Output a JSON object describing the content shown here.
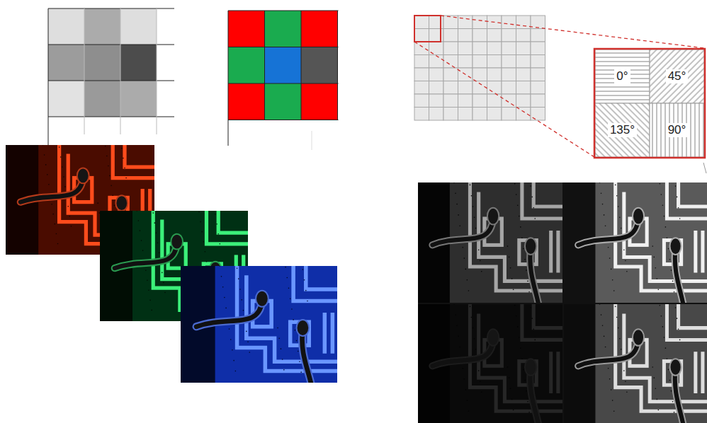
{
  "diagram": {
    "nodes": [
      {
        "text": [
          "0°"
        ]
      },
      {
        "text": [
          "45°"
        ]
      },
      {
        "text": [
          "135°"
        ]
      },
      {
        "text": [
          "90°"
        ]
      }
    ]
  }
}
